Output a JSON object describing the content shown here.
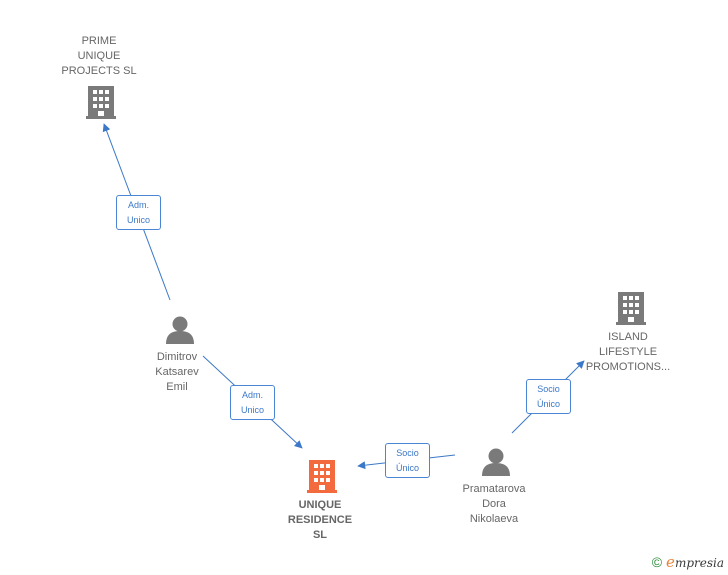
{
  "nodes": {
    "prime": {
      "lines": [
        "PRIME",
        "UNIQUE",
        "PROJECTS  SL"
      ],
      "type": "company"
    },
    "island": {
      "lines": [
        "ISLAND",
        "LIFESTYLE",
        "PROMOTIONS..."
      ],
      "type": "company"
    },
    "unique": {
      "lines": [
        "UNIQUE",
        "RESIDENCE",
        "SL"
      ],
      "type": "company-focus"
    },
    "dimitrov": {
      "lines": [
        "Dimitrov",
        "Katsarev",
        "Emil"
      ],
      "type": "person"
    },
    "pramatarova": {
      "lines": [
        "Pramatarova",
        "Dora",
        "Nikolaeva"
      ],
      "type": "person"
    }
  },
  "edges": {
    "dimitrov_prime": {
      "from": "dimitrov",
      "to": "prime",
      "label": [
        "Adm.",
        "Unico"
      ]
    },
    "dimitrov_unique": {
      "from": "dimitrov",
      "to": "unique",
      "label": [
        "Adm.",
        "Unico"
      ]
    },
    "pramatarova_unique": {
      "from": "pramatarova",
      "to": "unique",
      "label": [
        "Socio",
        "Único"
      ]
    },
    "pramatarova_island": {
      "from": "pramatarova",
      "to": "island",
      "label": [
        "Socio",
        "Único"
      ]
    }
  },
  "colors": {
    "edge": "#3b78c8",
    "company_icon": "#7a7a7a",
    "focus_icon": "#f26a3d",
    "person_icon": "#7a7a7a"
  },
  "footer": {
    "copyright_symbol": "©",
    "brand_initial": "e",
    "brand_rest": "mpresia"
  }
}
